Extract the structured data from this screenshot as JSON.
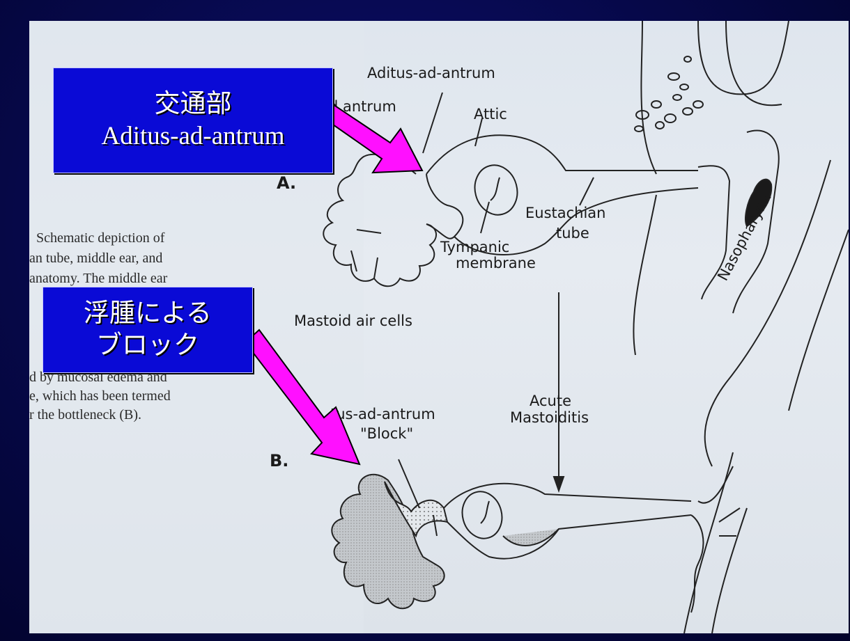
{
  "callouts": {
    "top": {
      "line1": "交通部",
      "line2": "Aditus-ad-antrum"
    },
    "bottom": {
      "line1": "浮腫による",
      "line2": "ブロック"
    }
  },
  "book_caption": {
    "lines": [
      "Schematic depiction of",
      "an tube, middle ear, and",
      "anatomy. The middle ear",
      "d by mucosal edema and",
      "e, which has been termed",
      "r the bottleneck (B)."
    ]
  },
  "diagram": {
    "panel_a": "A.",
    "panel_b": "B.",
    "aditus_top": "Aditus-ad-antrum",
    "antrum_partial": "d antrum",
    "attic": "Attic",
    "eustachian_1": "Eustachian",
    "eustachian_2": "tube",
    "tympanic_1": "Tympanic",
    "tympanic_2": "membrane",
    "mastoid_cells": "Mastoid air cells",
    "nasopharynx": "Nasopharynx",
    "acute_1": "Acute",
    "acute_2": "Mastoiditis",
    "aditus_bottom": "tus-ad-antrum",
    "block": "\"Block\""
  },
  "colors": {
    "background": "#060848",
    "callout_fill": "#0a0ad6",
    "arrow_fill": "#ff10ff"
  }
}
